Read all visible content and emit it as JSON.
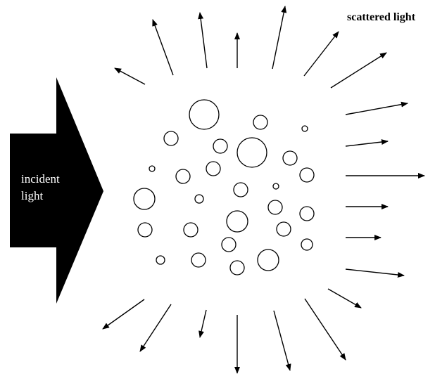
{
  "labels": {
    "scattered": "scattered light",
    "incident_line1": "incident",
    "incident_line2": "light"
  },
  "colors": {
    "ink": "#000000",
    "background": "#ffffff",
    "incident_text": "#ffffff"
  }
}
